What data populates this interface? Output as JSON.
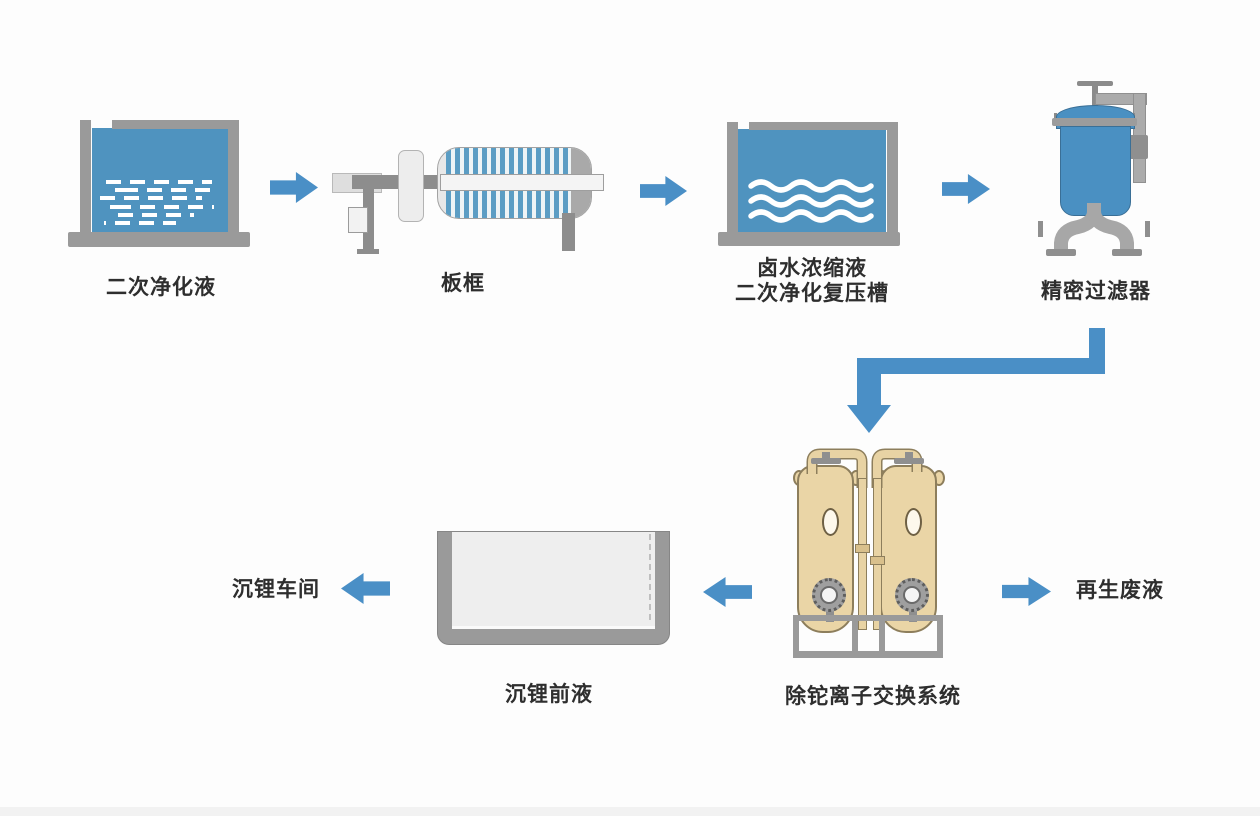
{
  "page": {
    "background": "#fdfdfd"
  },
  "nodes": {
    "secondary_purified_liquid": {
      "label": "二次净化液"
    },
    "plate_frame": {
      "label": "板框"
    },
    "brine_concentrate_tank": {
      "label_line1": "卤水浓缩液",
      "label_line2": "二次净化复压槽"
    },
    "precision_filter": {
      "label": "精密过滤器"
    },
    "ion_exchange_system": {
      "label": "除铊离子交换系统"
    },
    "pre_lithium_liquid_tank": {
      "label": "沉锂前液"
    },
    "lithium_workshop": {
      "label": "沉锂车间"
    },
    "regeneration_waste": {
      "label": "再生废液"
    }
  },
  "flows": [
    {
      "from": "secondary_purified_liquid",
      "to": "plate_frame"
    },
    {
      "from": "plate_frame",
      "to": "brine_concentrate_tank"
    },
    {
      "from": "brine_concentrate_tank",
      "to": "precision_filter"
    },
    {
      "from": "precision_filter",
      "to": "ion_exchange_system"
    },
    {
      "from": "ion_exchange_system",
      "to": "pre_lithium_liquid_tank"
    },
    {
      "from": "pre_lithium_liquid_tank",
      "to": "lithium_workshop"
    },
    {
      "from": "ion_exchange_system",
      "to": "regeneration_waste"
    }
  ],
  "colors": {
    "arrow_blue": "#4a8fc6",
    "liquid_blue": "#4f93bf",
    "tank_gray": "#9a9a9a",
    "vessel_tan": "#ead5a6",
    "vessel_tan_border": "#8d7e5c",
    "filter_blue": "#4a90c2",
    "stripe_blue": "#5b9dc4"
  }
}
